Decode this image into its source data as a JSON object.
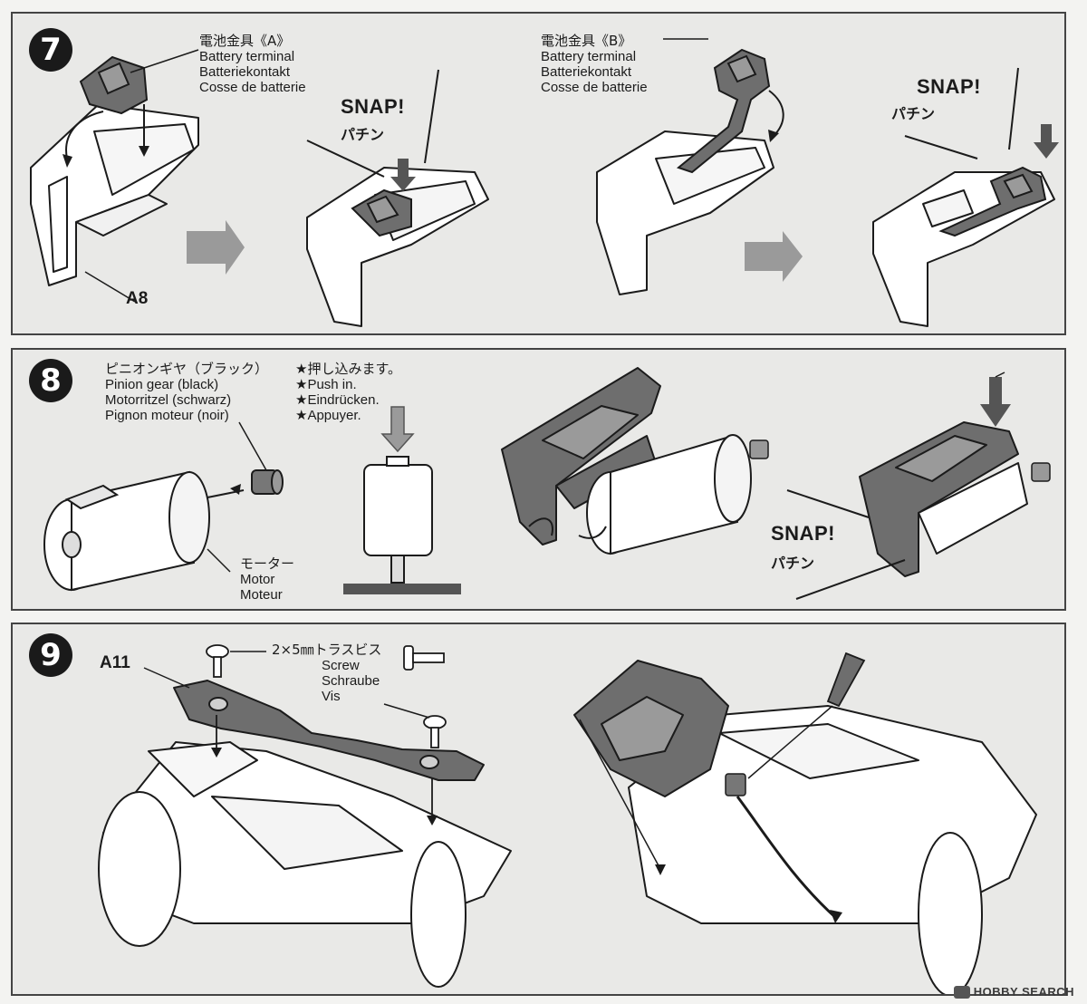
{
  "step7": {
    "number": "7",
    "terminal_a": {
      "jp": "電池金具《A》",
      "en": "Battery terminal",
      "de": "Batteriekontakt",
      "fr": "Cosse de batterie"
    },
    "terminal_b": {
      "jp": "電池金具《B》",
      "en": "Battery terminal",
      "de": "Batteriekontakt",
      "fr": "Cosse de batterie"
    },
    "part": "A8",
    "snap_en": "SNAP!",
    "snap_jp": "パチン"
  },
  "step8": {
    "number": "8",
    "pinion": {
      "jp": "ピニオンギヤ（ブラック）",
      "en": "Pinion gear (black)",
      "de": "Motorritzel (schwarz)",
      "fr": "Pignon moteur (noir)"
    },
    "push": {
      "jp": "★押し込みます。",
      "en": "★Push in.",
      "de": "★Eindrücken.",
      "fr": "★Appuyer."
    },
    "motor": {
      "jp": "モーター",
      "en": "Motor",
      "fr": "Moteur"
    },
    "snap_en": "SNAP!",
    "snap_jp": "パチン"
  },
  "step9": {
    "number": "9",
    "part": "A11",
    "screw": {
      "jp": "2×5㎜トラスビス",
      "en": "Screw",
      "de": "Schraube",
      "fr": "Vis"
    }
  },
  "watermark": "HOBBY SEARCH",
  "colors": {
    "panel_bg": "#e9e9e7",
    "part_dark": "#6e6e6e",
    "arrow_gray": "#9a9a9a",
    "line": "#1b1b1b"
  }
}
